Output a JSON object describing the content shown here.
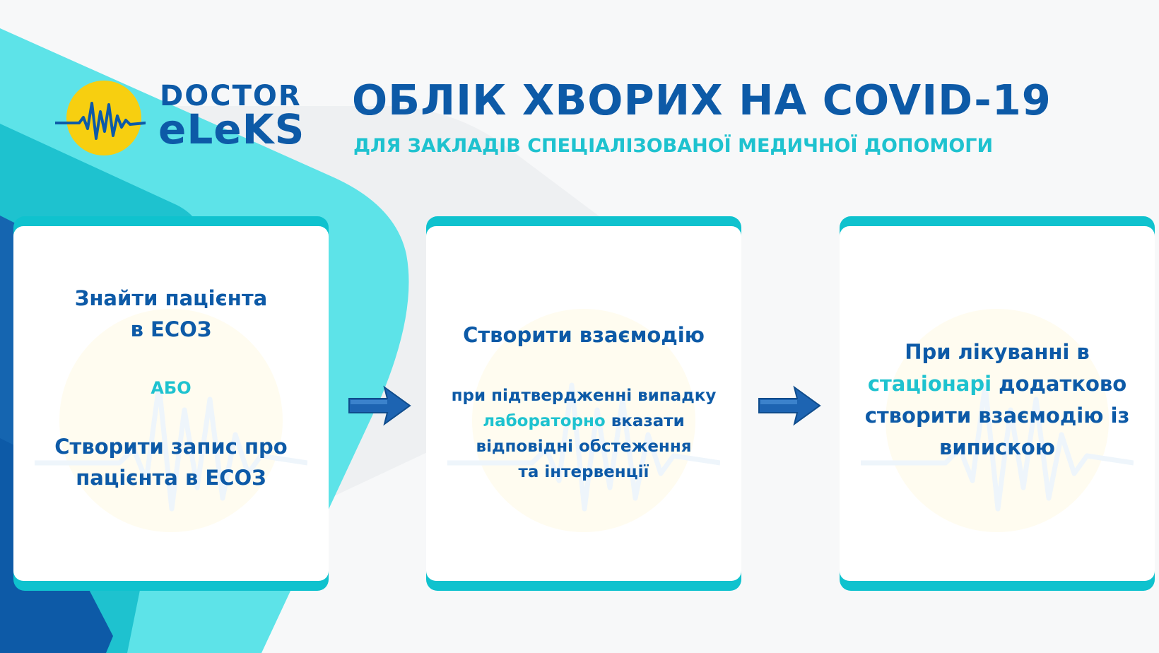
{
  "logo": {
    "line1": "DOCTOR",
    "line2": "eLeKS",
    "icon": "heartbeat-pulse-icon"
  },
  "header": {
    "title": "ОБЛІК ХВОРИХ НА COVID-19",
    "subtitle": "ДЛЯ ЗАКЛАДІВ СПЕЦІАЛІЗОВАНОЇ МЕДИЧНОЇ ДОПОМОГИ"
  },
  "steps": [
    {
      "line1": "Знайти пацієнта",
      "line2": "в ЕСОЗ",
      "or": "АБО",
      "line3": "Створити запис про",
      "line4": "пацієнта в ЕСОЗ"
    },
    {
      "title": "Створити взаємодію",
      "line1": "при підтвердженні випадку",
      "accent": "лабораторно",
      "line2_rest": " вказати",
      "line3": "відповідні обстеження",
      "line4": "та інтервенції"
    },
    {
      "line1": "При лікуванні в",
      "accent": "стаціонарі",
      "line2_rest": " додатково",
      "line3": "створити взаємодію із",
      "line4": "випискою"
    }
  ],
  "arrows": [
    "arrow-right-icon",
    "arrow-right-icon"
  ],
  "colors": {
    "primary_blue": "#0d5aa7",
    "accent_teal": "#1ec2cf",
    "logo_yellow": "#f7cf10",
    "light_cyan": "#5de3e8"
  }
}
